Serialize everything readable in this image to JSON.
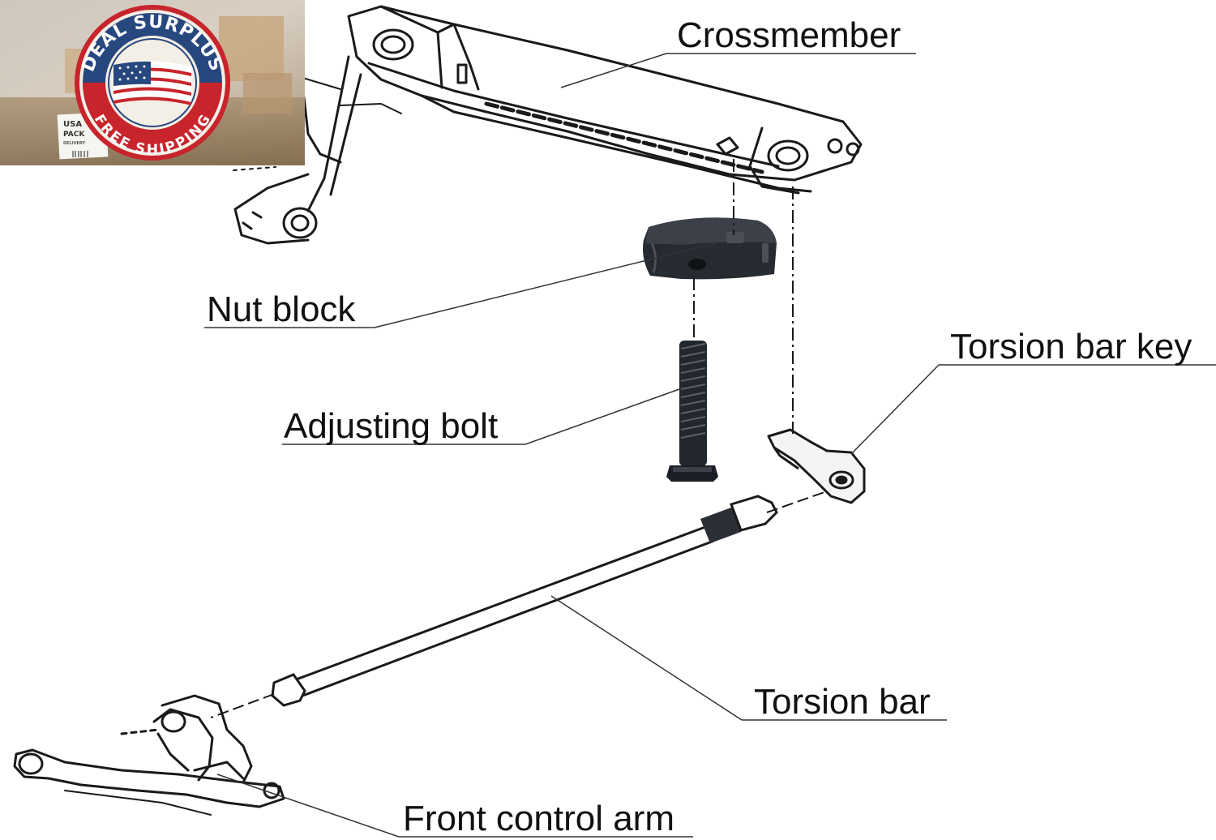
{
  "labels": {
    "crossmember": "Crossmember",
    "nut_block": "Nut block",
    "adjusting_bolt": "Adjusting bolt",
    "torsion_bar_key": "Torsion bar key",
    "torsion_bar": "Torsion bar",
    "front_control_arm": "Front control arm"
  },
  "badge": {
    "brand": "DEAL SURPLUS",
    "offer": "FREE SHIPPING",
    "label_country": "USA",
    "label_word": "PACK",
    "label_small": "DELIVERY",
    "colors": {
      "blue": "#27477f",
      "red": "#c8242c",
      "cream": "#f4efe6"
    }
  },
  "colors": {
    "ink": "#1a1a1a",
    "part": "#22262d",
    "leader": "#333333"
  }
}
